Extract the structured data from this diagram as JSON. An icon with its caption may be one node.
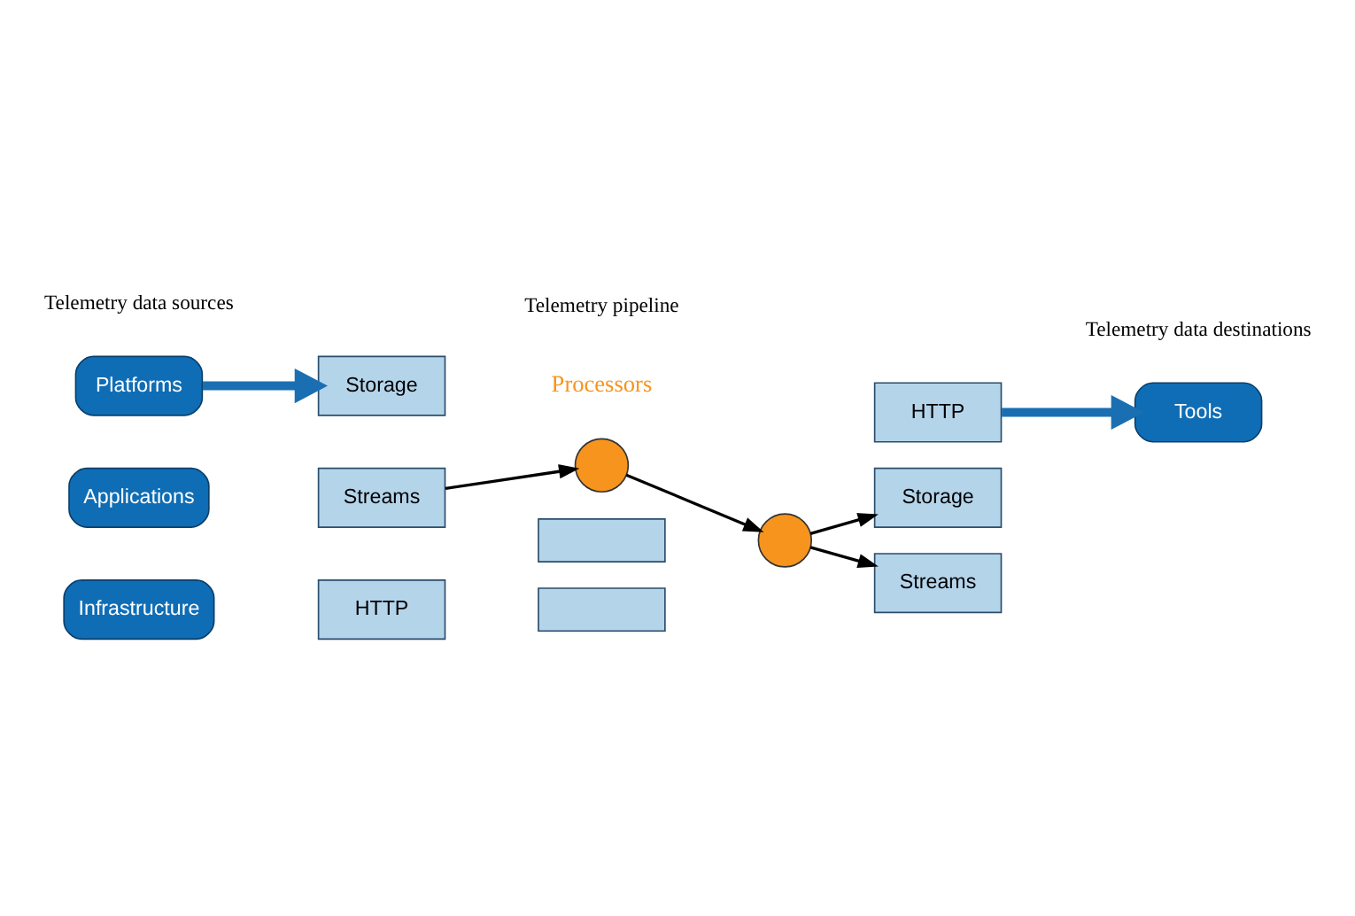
{
  "diagram": {
    "nodes": [
      {
        "text": [
          "Applications"
        ]
      },
      {
        "text": [
          "Platforms"
        ]
      },
      {
        "text": [
          "Infrastructure"
        ]
      },
      {
        "text": [
          "Streams"
        ]
      },
      {
        "text": [
          "Storage"
        ]
      },
      {
        "text": [
          "HTTP"
        ]
      },
      {
        "text": [],
        "shape": "circle"
      },
      {
        "text": [],
        "shape": "circle"
      },
      {
        "text": [
          "Storage"
        ]
      },
      {
        "text": [
          "HTTP"
        ]
      },
      {
        "text": [
          "Streams"
        ]
      },
      {
        "text": [
          "Tools"
        ]
      },
      {
        "text": [],
        "shape": "box"
      },
      {
        "text": [],
        "shape": "box"
      }
    ],
    "edges": [
      {
        "from": 1,
        "to": 4,
        "arrow": "to",
        "style": "thick",
        "color": "#1a6fb3"
      },
      {
        "from": 3,
        "to": 6,
        "arrow": "to"
      },
      {
        "from": 6,
        "to": 7,
        "arrow": "to"
      },
      {
        "from": 7,
        "to": 8,
        "arrow": "to"
      },
      {
        "from": 7,
        "to": 10,
        "arrow": "to"
      },
      {
        "from": 9,
        "to": 11,
        "arrow": "to",
        "style": "thick",
        "color": "#1a6fb3"
      }
    ],
    "labels": [
      "Telemetry pipeline",
      "Processors",
      "Telemetry data sources",
      "Telemetry data destinations"
    ]
  }
}
